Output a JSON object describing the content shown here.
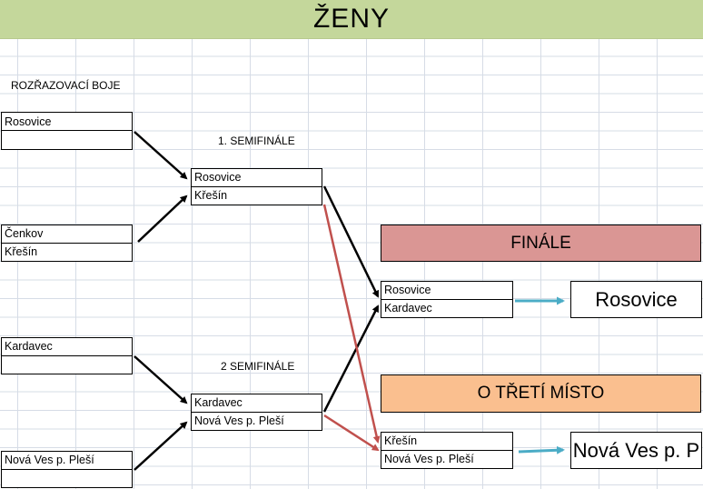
{
  "title": "ŽENY",
  "rounds": {
    "qualification": "ROZŘAZOVACÍ BOJE",
    "semi1": "1. SEMIFINÁLE",
    "semi2": "2 SEMIFINÁLE",
    "final": "FINÁLE",
    "third": "O TŘETÍ MÍSTO"
  },
  "qualifiers": [
    {
      "top": "Rosovice",
      "bottom": ""
    },
    {
      "top": "Čenkov",
      "bottom": "Křešín"
    },
    {
      "top": "Kardavec",
      "bottom": ""
    },
    {
      "top": "Nová Ves p. Pleší",
      "bottom": ""
    }
  ],
  "semifinals": [
    {
      "top": "Rosovice",
      "bottom": "Křešín"
    },
    {
      "top": "Kardavec",
      "bottom": "Nová Ves p. Pleší"
    }
  ],
  "final_match": {
    "top": "Rosovice",
    "bottom": "Kardavec"
  },
  "third_match": {
    "top": "Křešín",
    "bottom": "Nová Ves p. Pleší"
  },
  "results": {
    "winner": "Rosovice",
    "third_place": "Nová Ves p. P"
  },
  "colors": {
    "banner": "#c4d79b",
    "final_header": "#da9694",
    "third_header": "#fabf8f",
    "loser_arrow": "#c0504d",
    "result_arrow": "#4bacc6"
  }
}
